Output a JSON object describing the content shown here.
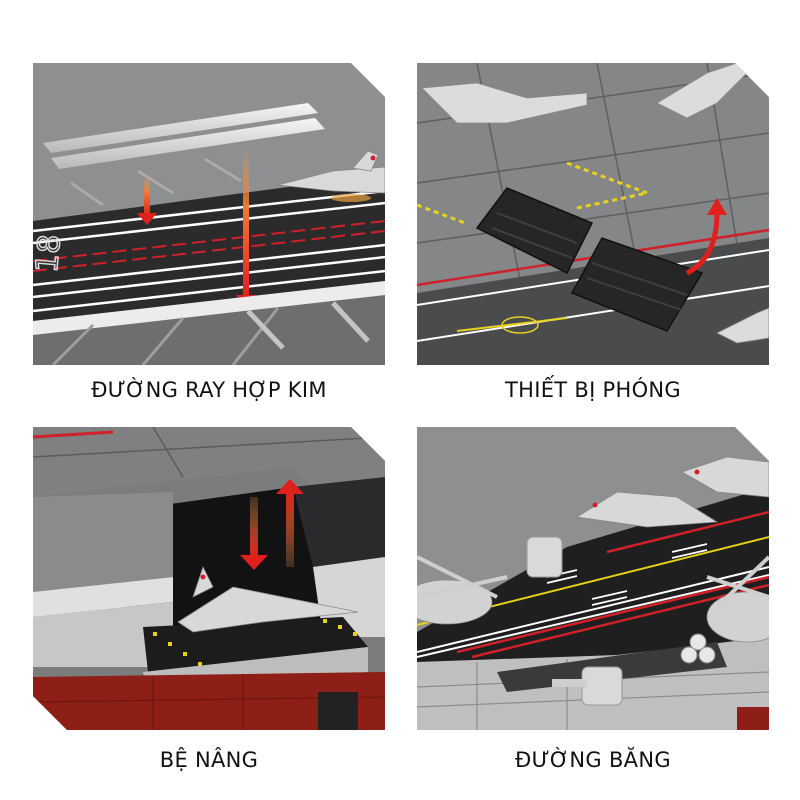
{
  "grid": {
    "panels": [
      {
        "id": "alloy-rail",
        "caption": "ĐƯỜNG RAY HỢP KIM",
        "deck_number": "18",
        "scene": "two silver alloy rails descending onto a dark runway deck with red/white lane stripes, jet at right, rigging cables below",
        "arrow_color": "#e0201c",
        "background_color": "#8e8f91"
      },
      {
        "id": "launch-device",
        "caption": "THIẾT BỊ PHÓNG",
        "scene": "two black jet-blast deflector plates raised on a grey tiled deck, jets parked, red curved arrow, yellow-black hazard lines",
        "arrow_color": "#e0201c",
        "background_color": "#7a7b7d"
      },
      {
        "id": "lift-platform",
        "caption": "BỆ NÂNG",
        "scene": "aircraft elevator platform with a jet on a black pad with yellow dots, red up/down arrows, dark-red hull below",
        "arrow_color": "#e0201c",
        "hull_color": "#8e1f16"
      },
      {
        "id": "runway",
        "caption": "ĐƯỜNG BĂNG",
        "scene": "carrier flight deck runway with jets and helicopters, yellow centerline, red/white stripes, gun turrets on grey hull",
        "centerline_color": "#e6d21c",
        "background_color": "#8e8f91"
      }
    ]
  }
}
